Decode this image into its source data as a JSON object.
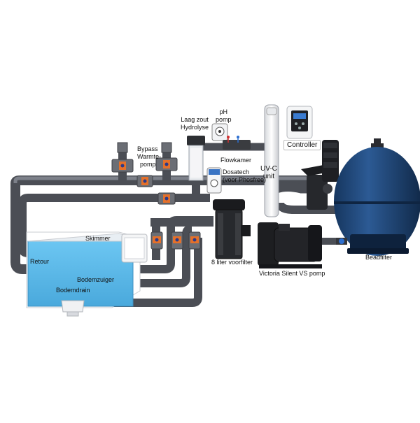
{
  "labels": {
    "laag_zout": "Laag zout",
    "hydrolyse": "Hydrolyse",
    "ph": "pH",
    "pomp": "pomp",
    "bypass": "Bypass",
    "warmte": "Warmte-",
    "warmte_pomp": "pomp",
    "flowkamer": "Flowkamer",
    "uvc": "UV-C",
    "unit": "unit",
    "controller": "Controller",
    "dosatech": "Dosatech",
    "voor_phosfree": "(voor Phosfree)",
    "skimmer": "Skimmer",
    "retour": "Retour",
    "bodemzuiger": "Bodemzuiger",
    "bodemdrain": "Bodemdrain",
    "voorfilter": "8 liter voorfilter",
    "pump_name": "Victoria Silent VS pomp",
    "beadfilter": "Beadfilter"
  },
  "colors": {
    "pipe": "#5c5f66",
    "pipe_light": "#8a8e96",
    "valve_handle": "#e4702a",
    "water": "#58b9ea",
    "filter_tank": "#1f4a80",
    "pump_body": "#1a1a1a"
  }
}
